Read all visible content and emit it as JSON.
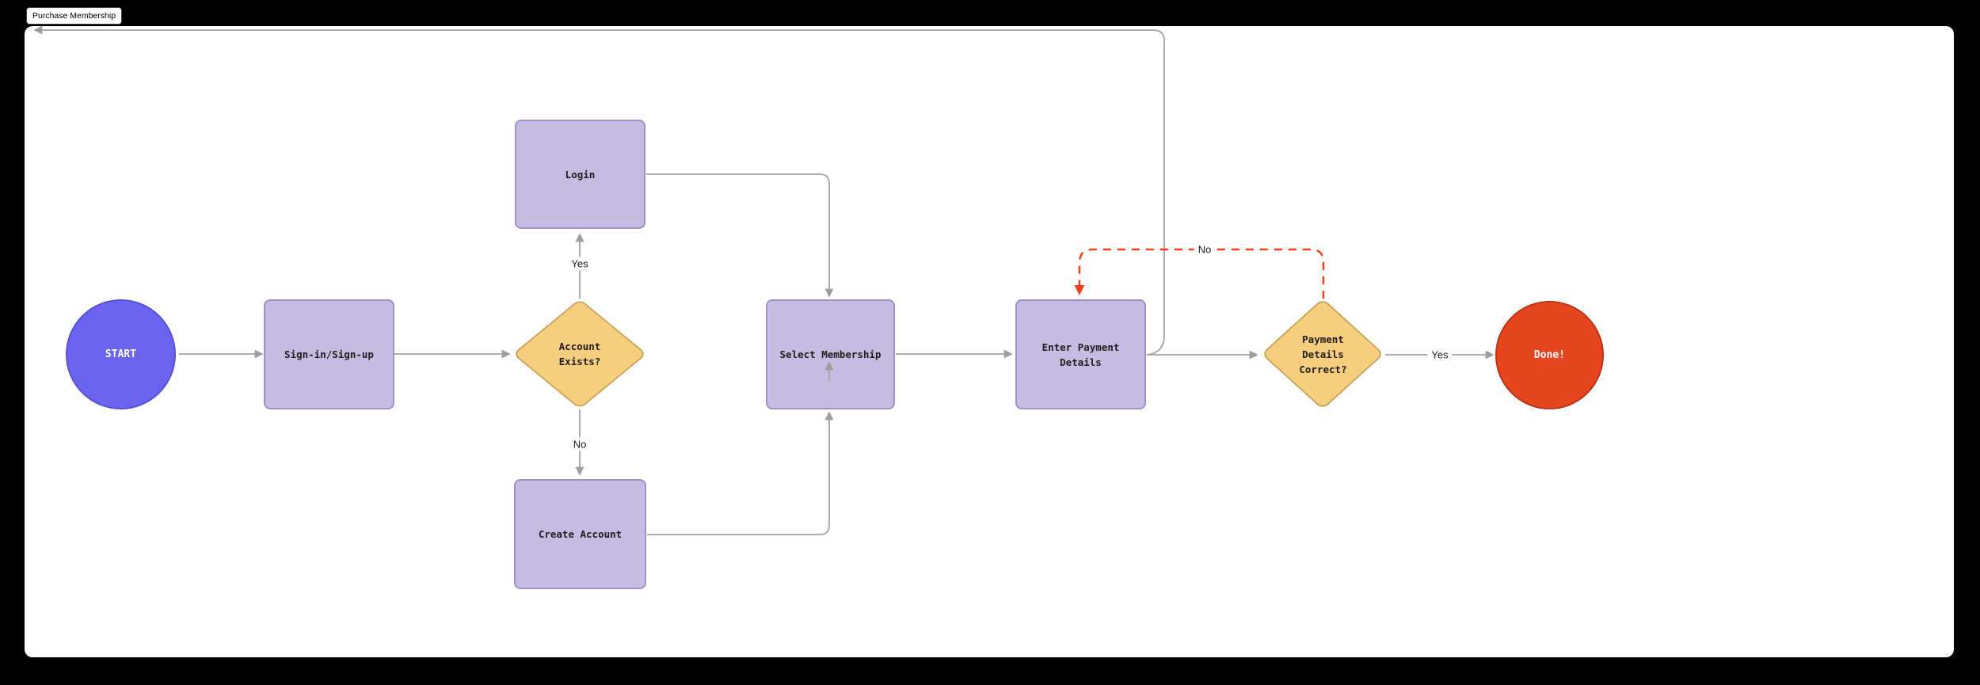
{
  "title": "Purchase Membership",
  "nodes": {
    "start": {
      "label": "START",
      "type": "start-terminal"
    },
    "signin": {
      "label": "Sign-in/Sign-up",
      "type": "process"
    },
    "login": {
      "label": "Login",
      "type": "process"
    },
    "account_exists": {
      "label": "Account\nExists?",
      "type": "decision"
    },
    "create_account": {
      "label": "Create Account",
      "type": "process"
    },
    "select_membership": {
      "label": "Select Membership",
      "type": "process"
    },
    "enter_payment": {
      "label": "Enter Payment\nDetails",
      "type": "process"
    },
    "payment_correct": {
      "label": "Payment\nDetails\nCorrect?",
      "type": "decision"
    },
    "done": {
      "label": "Done!",
      "type": "end-terminal"
    }
  },
  "edge_labels": {
    "account_yes": "Yes",
    "account_no": "No",
    "payment_yes": "Yes",
    "payment_no": "No"
  },
  "colors": {
    "background": "#000000",
    "canvas": "#FFFFFF",
    "process_fill": "#C6BCE1",
    "process_border": "#9E92C6",
    "decision_fill": "#F7CE7D",
    "decision_border": "#C8A35A",
    "start_fill": "#6A64EF",
    "start_border": "#5851D8",
    "done_fill": "#E5451F",
    "done_border": "#BE3318",
    "edge_gray": "#ACACAC",
    "edge_no_red": "#F2401F"
  }
}
